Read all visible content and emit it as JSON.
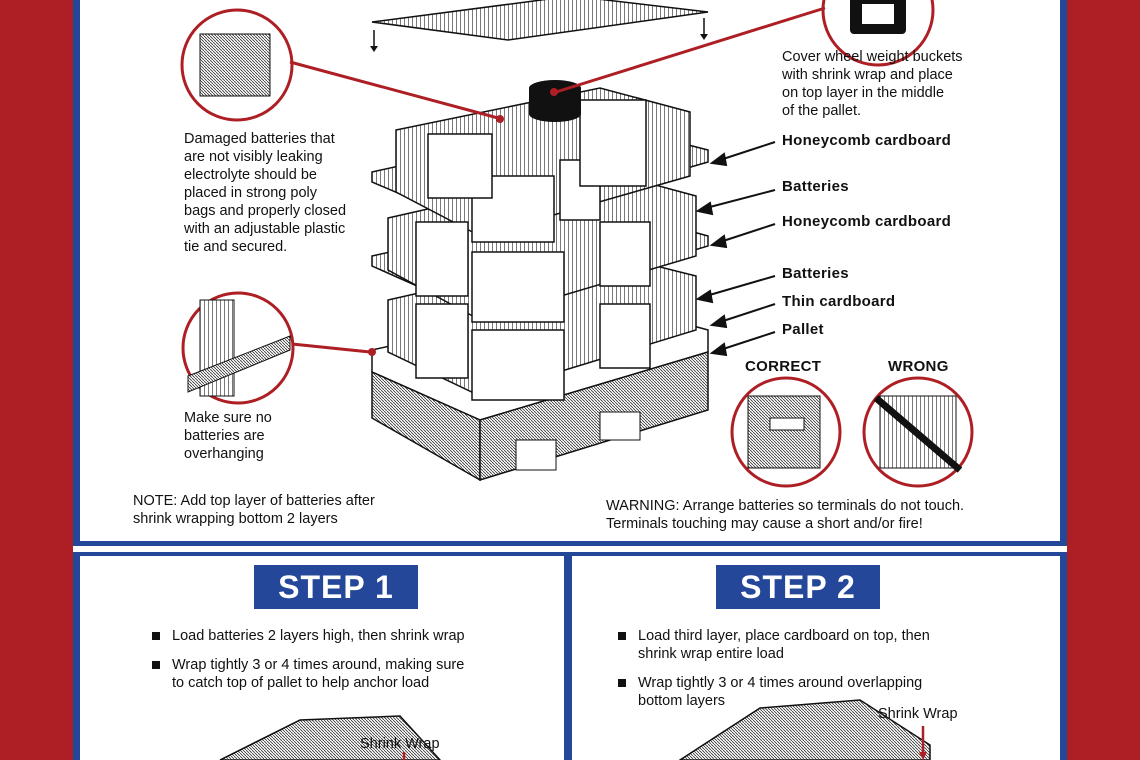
{
  "colors": {
    "red": "#ad1f24",
    "blue": "#24479a",
    "white": "#ffffff"
  },
  "callouts": {
    "bucket_note": "Cover wheel weight buckets\nwith shrink wrap and place\non top layer in the middle\nof the pallet.",
    "damaged_note": "Damaged batteries that\nare not visibly leaking\nelectrolyte should be\nplaced in strong poly\nbags and properly closed\nwith an adjustable plastic\ntie and secured.",
    "overhang_note": "Make sure no\nbatteries are\noverhanging",
    "top_note": "NOTE: Add top layer of batteries after\nshrink wrapping bottom 2 layers",
    "warning": "WARNING:  Arrange batteries so terminals do not touch.\nTerminals touching may cause a short and/or fire!"
  },
  "layers": {
    "honeycomb_1": "Honeycomb cardboard",
    "batteries_1": "Batteries",
    "honeycomb_2": "Honeycomb cardboard",
    "batteries_2": "Batteries",
    "thin": "Thin cardboard",
    "pallet": "Pallet"
  },
  "terminals": {
    "correct": "CORRECT",
    "wrong": "WRONG"
  },
  "step1": {
    "title": "STEP 1",
    "bullets": [
      "Load batteries 2 layers high, then shrink wrap",
      "Wrap tightly 3 or 4 times around, making sure\nto catch top of pallet to help anchor load"
    ],
    "shrink_label": "Shrink Wrap"
  },
  "step2": {
    "title": "STEP 2",
    "bullets": [
      "Load third layer, place cardboard on top, then\nshrink wrap entire load",
      "Wrap tightly 3 or 4 times around overlapping\nbottom layers"
    ],
    "shrink_label": "Shrink Wrap"
  }
}
